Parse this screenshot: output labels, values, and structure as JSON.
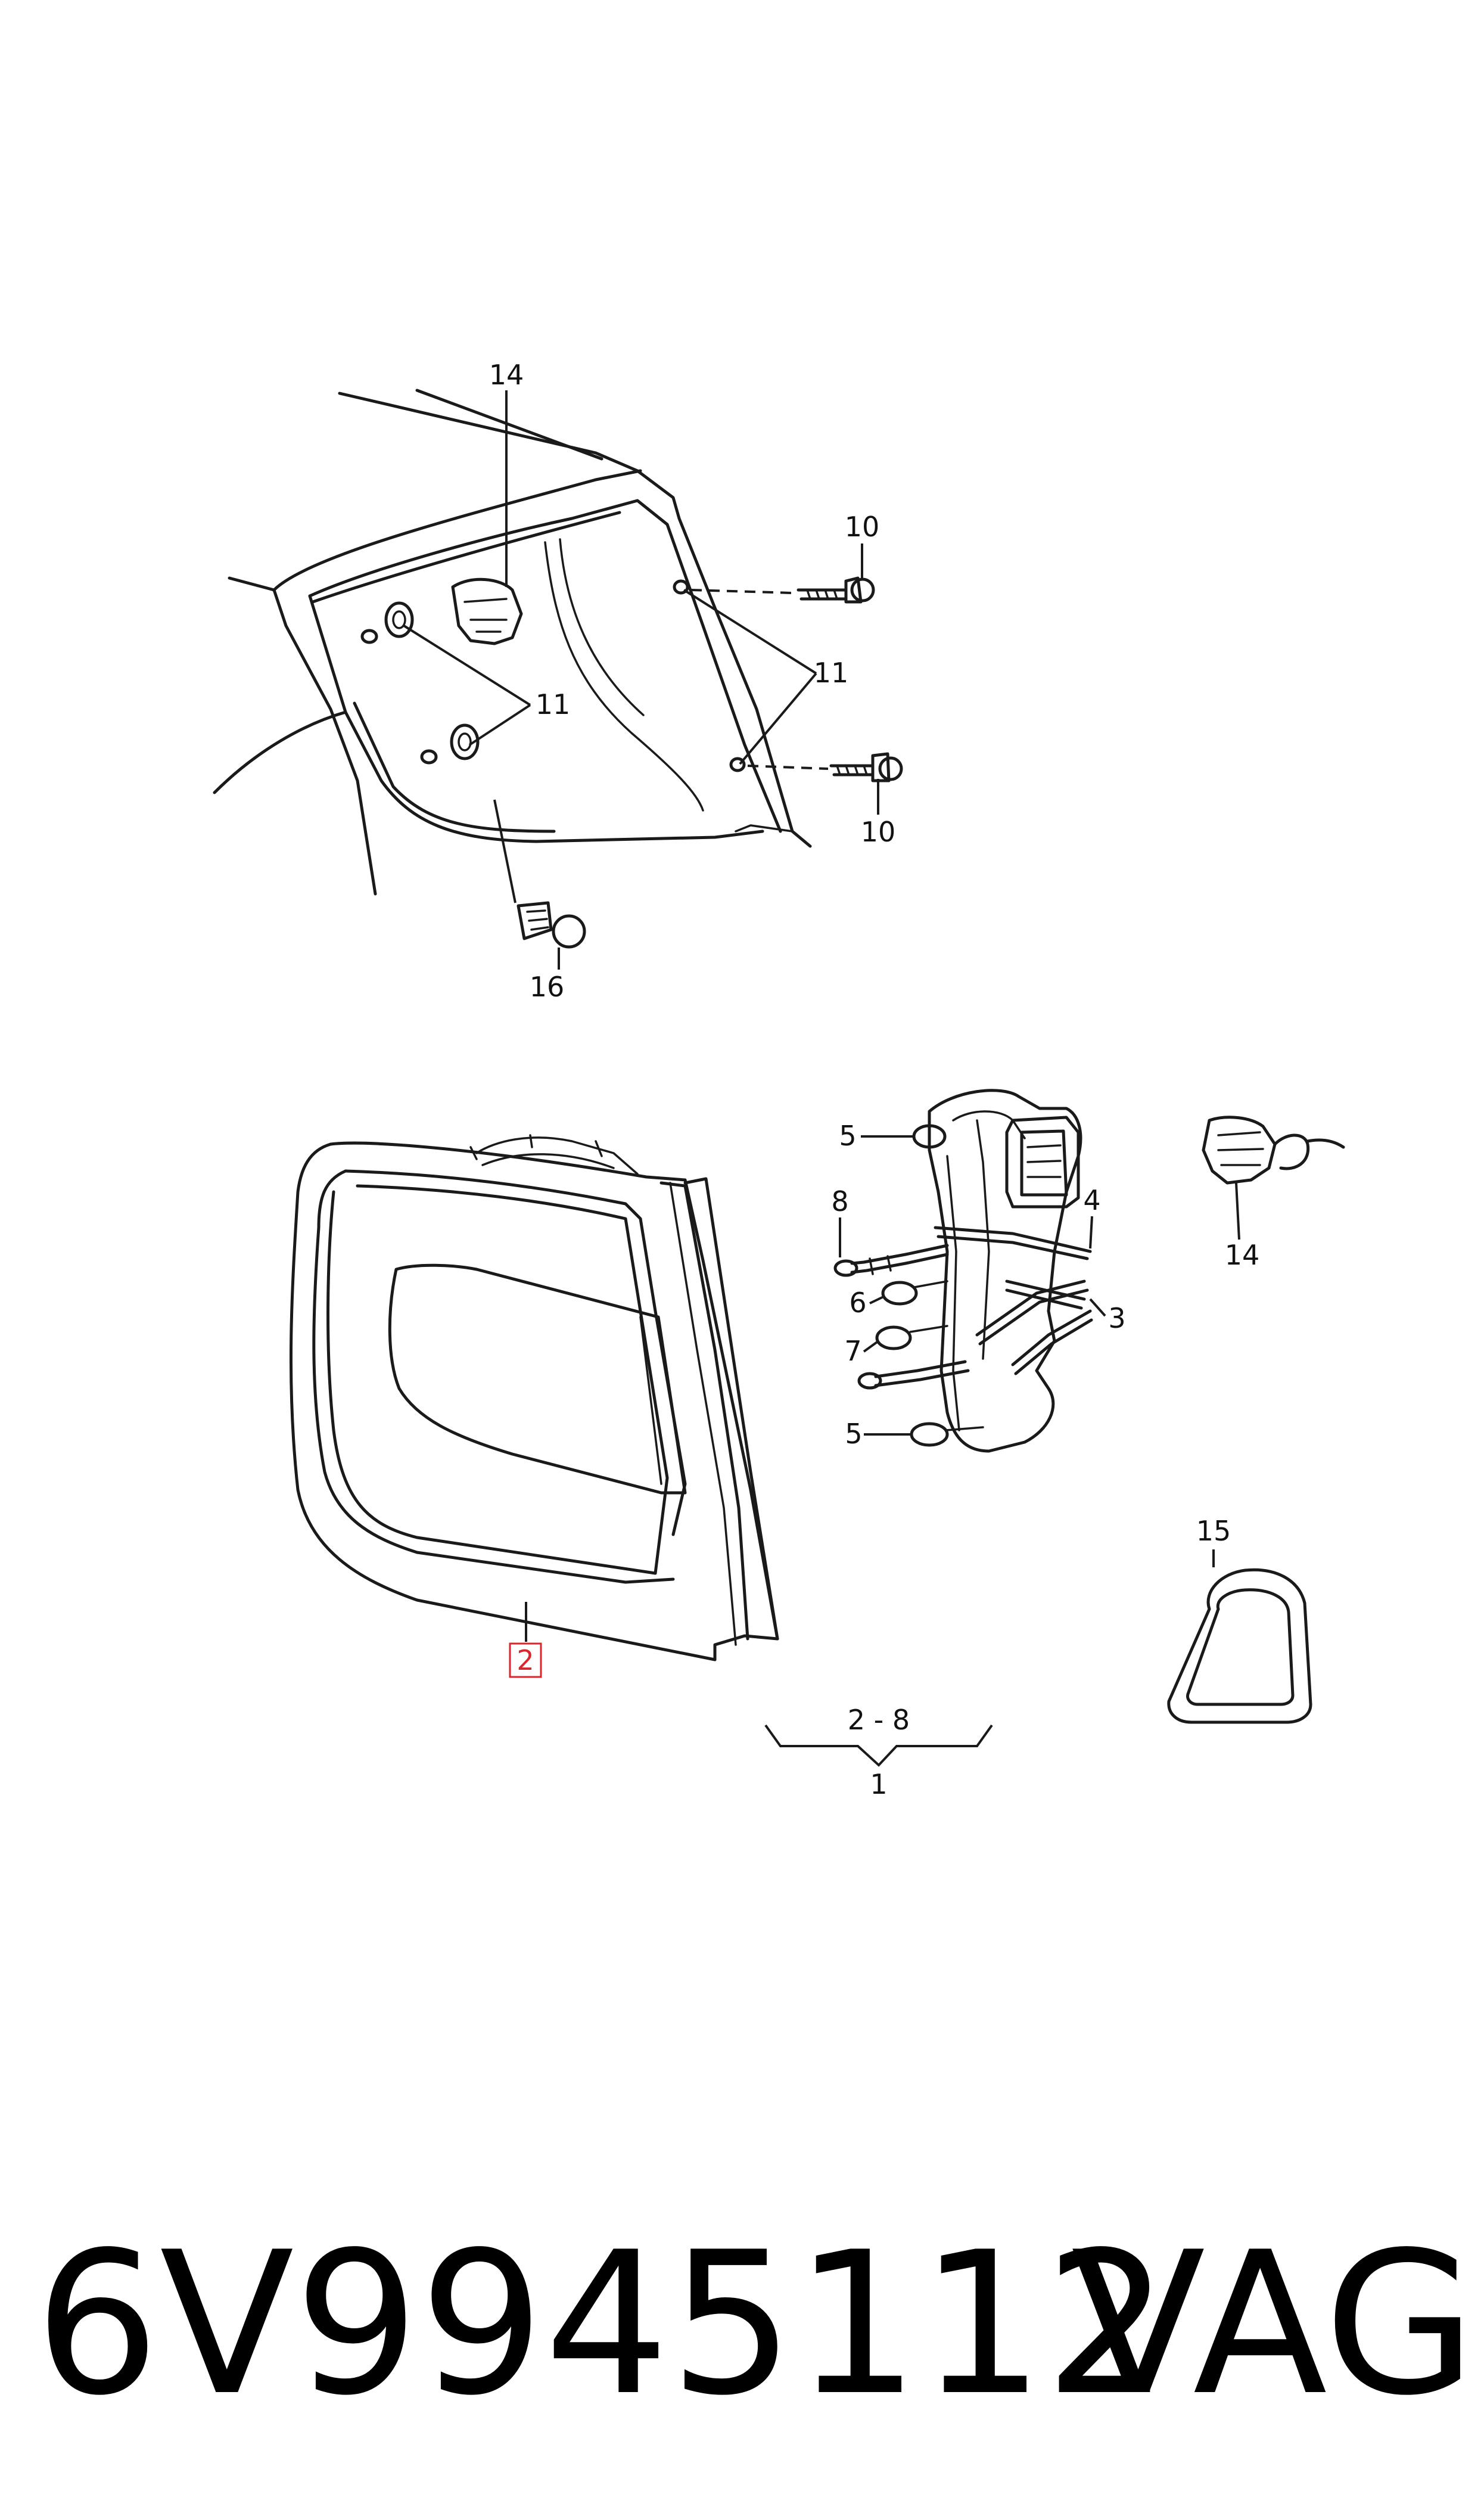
{
  "callouts": {
    "c14_top": "14",
    "c10_top": "10",
    "c11_right": "11",
    "c11_left": "11",
    "c10_bottom": "10",
    "c16": "16",
    "c5_top": "5",
    "c8": "8",
    "c4": "4",
    "c14_right": "14",
    "c6": "6",
    "c3": "3",
    "c7": "7",
    "c5_bottom": "5",
    "c15": "15",
    "c2": "2",
    "range": "2 - 8",
    "c1": "1"
  },
  "footer": {
    "part_number": "6V9945112",
    "brand": "VAG"
  },
  "colors": {
    "line": "#1a1a1a",
    "highlight": "#d9262c"
  }
}
